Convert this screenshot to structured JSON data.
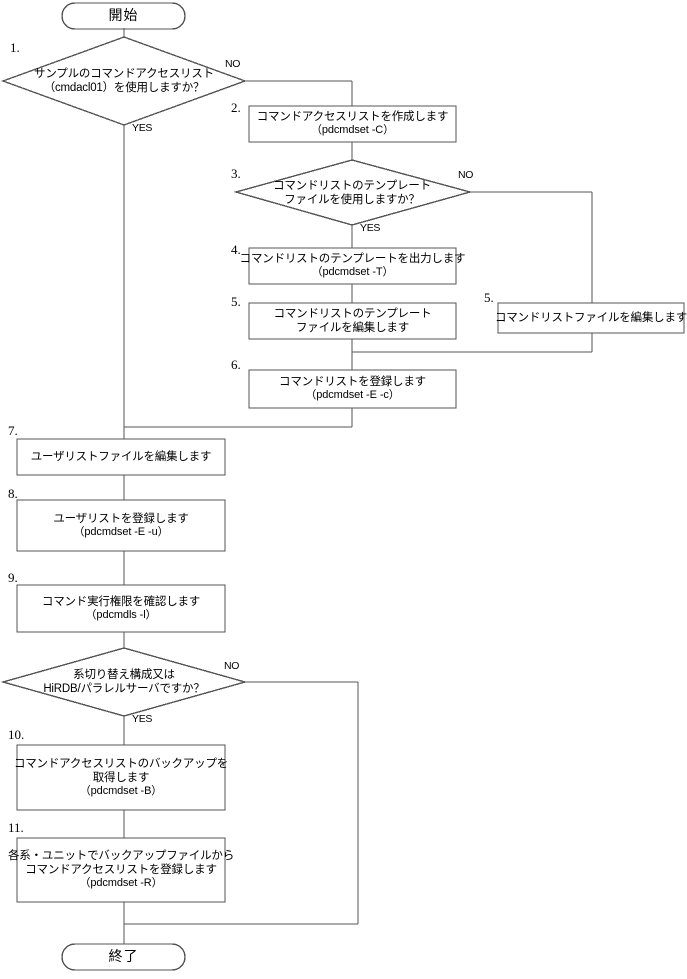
{
  "diagram": {
    "title_terminals": {
      "start": "開始",
      "end": "終了"
    },
    "branch_labels": {
      "yes": "YES",
      "no": "NO"
    },
    "step_numbers": {
      "s1": "1.",
      "s2": "2.",
      "s3": "3.",
      "s4": "4.",
      "s5a": "5.",
      "s5b": "5.",
      "s6": "6.",
      "s7": "7.",
      "s8": "8.",
      "s9": "9.",
      "s10": "10.",
      "s11": "11."
    },
    "nodes": {
      "start": {
        "label": "開始"
      },
      "decision1": {
        "line1": "サンプルのコマンドアクセスリスト",
        "line2": "（cmdacl01）を使用しますか？",
        "yes": "YES",
        "no": "NO"
      },
      "process2": {
        "line1": "コマンドアクセスリストを作成します",
        "line2": "（pdcmdset -C）"
      },
      "decision3": {
        "line1": "コマンドリストのテンプレート",
        "line2": "ファイルを使用しますか？",
        "yes": "YES",
        "no": "NO"
      },
      "process4": {
        "line1": "コマンドリストのテンプレートを出力します",
        "line2": "（pdcmdset -T）"
      },
      "process5a": {
        "line1": "コマンドリストのテンプレート",
        "line2": "ファイルを編集します"
      },
      "process5b": {
        "line1": "コマンドリストファイルを編集します"
      },
      "process6": {
        "line1": "コマンドリストを登録します",
        "line2": "（pdcmdset -E -c）"
      },
      "process7": {
        "line1": "ユーザリストファイルを編集します"
      },
      "process8": {
        "line1": "ユーザリストを登録します",
        "line2": "（pdcmdset -E -u）"
      },
      "process9": {
        "line1": "コマンド実行権限を確認します",
        "line2": "（pdcmdls -l）"
      },
      "decision10": {
        "line1": "系切り替え構成又は",
        "line2": "HiRDB/パラレルサーバですか？",
        "yes": "YES",
        "no": "NO"
      },
      "process10": {
        "line1": "コマンドアクセスリストのバックアップを",
        "line2": "取得します",
        "line3": "（pdcmdset -B）"
      },
      "process11": {
        "line1": "各系・ユニットでバックアップファイルから",
        "line2": "コマンドアクセスリストを登録します",
        "line3": "（pdcmdset -R）"
      },
      "end": {
        "label": "終了"
      }
    },
    "colors": {
      "stroke": "#555555",
      "text": "#000000",
      "background": "#ffffff"
    }
  }
}
